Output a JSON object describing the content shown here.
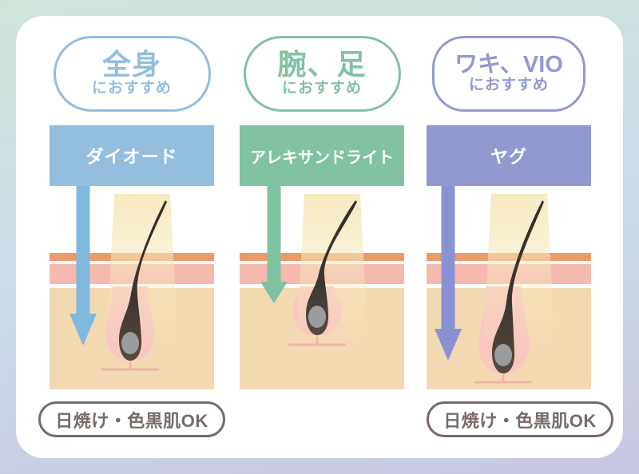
{
  "frame": {
    "bg_top_color": "#cfe4d9",
    "bg_mid_color": "#cbdde9",
    "bg_bottom_color": "#c8c6e1",
    "card_bg_color": "#ffffff"
  },
  "note_color": "#7a6a6a",
  "columns": [
    {
      "badge_area": "全身",
      "badge_suffix": "におすすめ",
      "laser_name": "ダイオード",
      "accent": "#93bedd",
      "arrow_color": "#7fb9dd",
      "note": "日焼け・色黒肌OK"
    },
    {
      "badge_area": "腕、足",
      "badge_suffix": "におすすめ",
      "laser_name": "アレキサンドライト",
      "accent": "#80c2a2",
      "arrow_color": "#7ec3a0",
      "note": ""
    },
    {
      "badge_area": "ワキ、VIO",
      "badge_suffix": "におすすめ",
      "laser_name": "ヤグ",
      "accent": "#9199d0",
      "arrow_color": "#8b92d4",
      "note": "日焼け・色黒肌OK"
    }
  ],
  "skin_diagram": {
    "epidermis_color": "#eb9a69",
    "upper_dermis_color": "#f5b9b0",
    "dermis_color": "#f3d9b2",
    "follicle_color": "#f8c8c0",
    "follicle_outline_color": "#ffffff",
    "hair_color_top": "#322d29",
    "hair_color_bottom": "#58493d",
    "papilla_color": "#9b9c9d",
    "root_line_color": "#f1b3a9",
    "beam_color": "#f6e9bc"
  }
}
